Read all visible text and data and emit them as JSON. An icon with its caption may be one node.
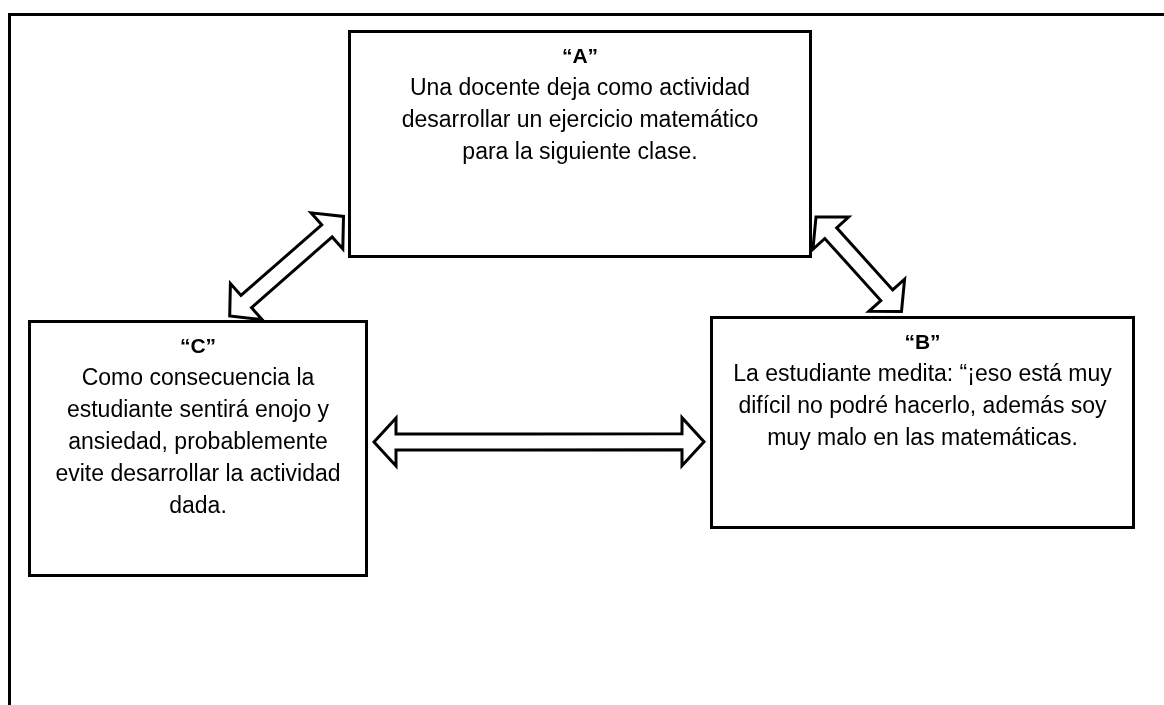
{
  "diagram": {
    "nodes": [
      {
        "text": [
          "“A”",
          "Una docente deja como actividad desarrollar un ejercicio matemático para la siguiente clase."
        ]
      },
      {
        "text": [
          "“C”",
          "Como consecuencia la estudiante sentirá enojo y ansiedad, probablemente evite desarrollar la actividad dada."
        ]
      },
      {
        "text": [
          "“B”",
          "La estudiante medita: “¡eso está muy difícil no podré hacerlo, además soy muy malo en las matemáticas."
        ]
      }
    ],
    "edges": [
      {
        "from": 1,
        "to": 0,
        "arrow": "both"
      },
      {
        "from": 0,
        "to": 2,
        "arrow": "both"
      },
      {
        "from": 1,
        "to": 2,
        "arrow": "both"
      }
    ]
  }
}
